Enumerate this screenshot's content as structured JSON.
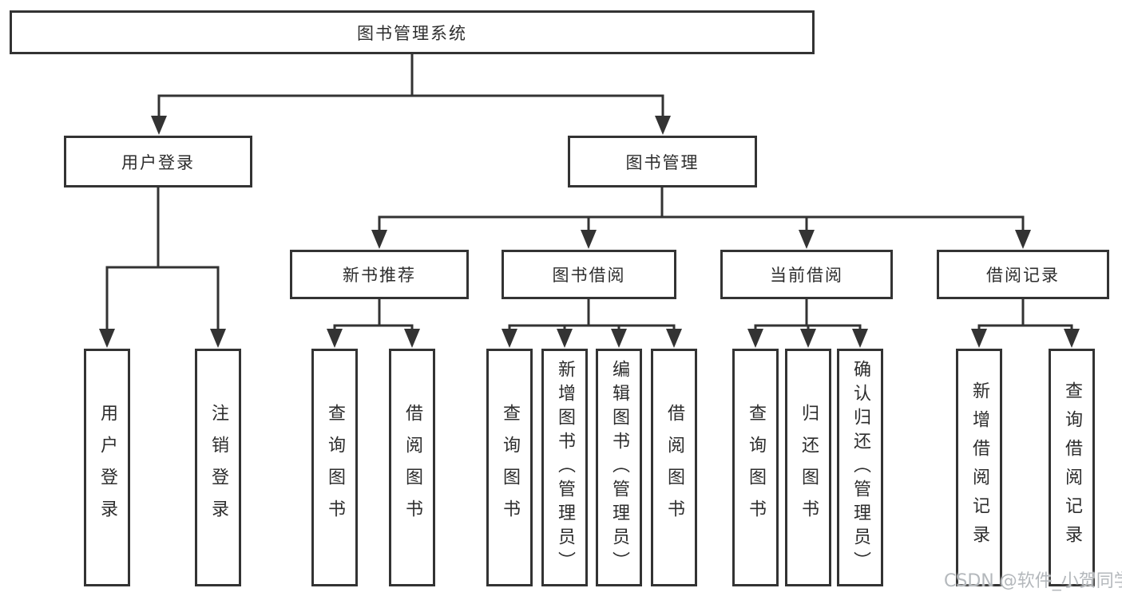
{
  "diagram": {
    "root_label": "图书管理系统",
    "level2": [
      "用户登录",
      "图书管理"
    ],
    "level3": [
      "新书推荐",
      "图书借阅",
      "当前借阅",
      "借阅记录"
    ],
    "leaves_login": [
      "用户登录",
      "注销登录"
    ],
    "leaves_recommend": [
      "查询图书",
      "借阅图书"
    ],
    "leaves_borrow": [
      "查询图书",
      "新增图书（管理员）",
      "编辑图书（管理员）",
      "借阅图书"
    ],
    "leaves_current": [
      "查询图书",
      "归还图书",
      "确认归还（管理员）"
    ],
    "leaves_record": [
      "新增借阅记录",
      "查询借阅记录"
    ]
  },
  "watermark": "CSDN @软件_小贺同学",
  "colors": {
    "line": "#333333",
    "text": "#2d2d2d",
    "watermark": "#b4b8bc",
    "background": "#ffffff"
  }
}
